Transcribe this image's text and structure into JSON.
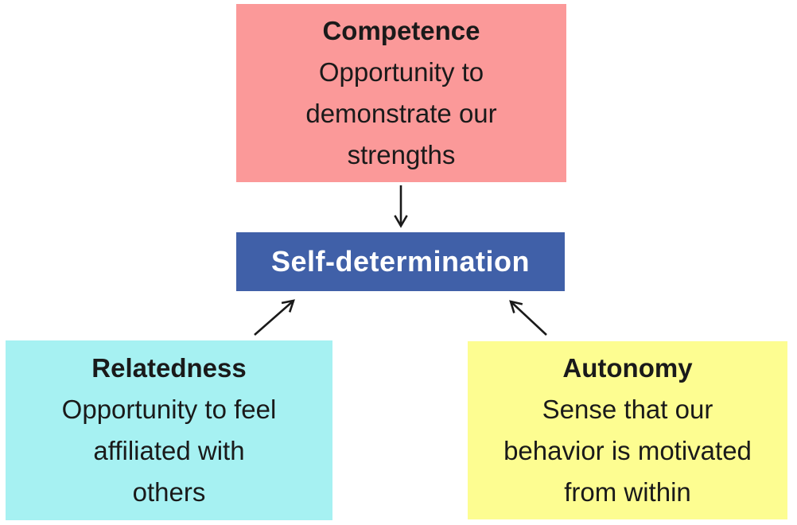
{
  "colors": {
    "background": "#FFFFFF",
    "competence_bg": "#FB9999",
    "relatedness_bg": "#A6F1F2",
    "autonomy_bg": "#FDFD91",
    "center_bg": "#4060A8",
    "center_text": "#FFFFFF",
    "text": "#1A1A1A",
    "arrow": "#1A1A1A"
  },
  "boxes": {
    "competence": {
      "title": "Competence",
      "lines": [
        "Opportunity to",
        "demonstrate our",
        "strengths"
      ]
    },
    "relatedness": {
      "title": "Relatedness",
      "lines": [
        "Opportunity to feel",
        "affiliated with",
        "others"
      ]
    },
    "autonomy": {
      "title": "Autonomy",
      "lines": [
        "Sense that our",
        "behavior is motivated",
        "from within"
      ]
    },
    "center": {
      "label": "Self-determination"
    }
  },
  "arrows": [
    {
      "name": "competence-to-center",
      "direction": "down"
    },
    {
      "name": "relatedness-to-center",
      "direction": "up-right"
    },
    {
      "name": "autonomy-to-center",
      "direction": "up-left"
    }
  ]
}
